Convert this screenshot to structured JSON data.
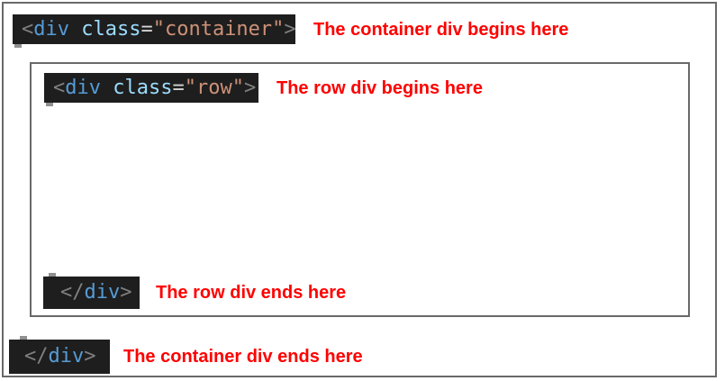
{
  "colors": {
    "code_bg": "#1e1e1e",
    "punct": "#808080",
    "tag": "#569cd6",
    "attr": "#9cdcfe",
    "eq": "#d4d4d4",
    "string": "#ce9178",
    "label": "#ff0000",
    "border": "#696969"
  },
  "diagram": {
    "container_open": {
      "code": {
        "lt": "<",
        "tag": "div ",
        "attr": "class",
        "eq": "=",
        "value": "\"container\"",
        "gt": ">"
      },
      "label": "The container div begins here"
    },
    "row_open": {
      "code": {
        "lt": "<",
        "tag": "div ",
        "attr": "class",
        "eq": "=",
        "value": "\"row\"",
        "gt": ">"
      },
      "label": "The row div begins here"
    },
    "row_close": {
      "code": {
        "lt": "</",
        "tag": "div",
        "gt": ">"
      },
      "label": "The row div ends here"
    },
    "container_close": {
      "code": {
        "lt": "</",
        "tag": "div",
        "gt": ">"
      },
      "label": "The container div ends here"
    }
  }
}
